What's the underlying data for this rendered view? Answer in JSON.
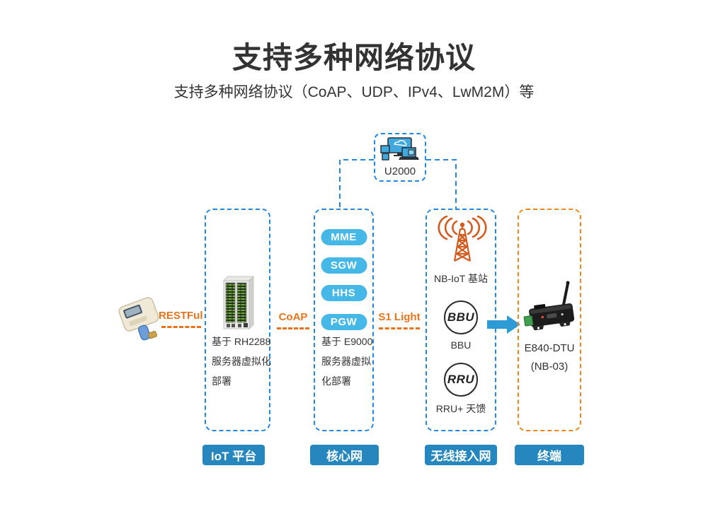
{
  "header": {
    "title": "支持多种网络协议",
    "subtitle": "支持多种网络协议（CoAP、UDP、IPv4、LwM2M）等"
  },
  "u2000": {
    "label": "U2000"
  },
  "links": {
    "restful": "RESTFul",
    "coap": "CoAP",
    "s1_light": "S1 Light"
  },
  "iot_platform": {
    "caption_lines": [
      "基于 RH2288",
      "服务器虚拟化",
      "部署"
    ],
    "footer_label": "IoT 平台"
  },
  "core_network": {
    "buttons": [
      "MME",
      "SGW",
      "HHS",
      "PGW"
    ],
    "caption_lines": [
      "基于 E9000",
      "服务器虚拟",
      "化部署"
    ],
    "footer_label": "核心网"
  },
  "radio_access": {
    "station_label": "NB-IoT 基站",
    "bbu_circle": "BBU",
    "bbu_label": "BBU",
    "rru_circle": "RRU",
    "rru_label": "RRU+ 天馈",
    "footer_label": "无线接入网"
  },
  "terminal": {
    "caption_lines": [
      "E840-DTU",
      "(NB-03)"
    ],
    "footer_label": "终端"
  },
  "colors": {
    "blue_dashed_border": "#2287e0",
    "orange_dashed_border": "#f08519",
    "orange_label": "#e8731a",
    "pill_blue": "#45b8e8",
    "footer_button_blue": "#2587be",
    "tower_orange": "#d35b1e",
    "arrow_blue": "#2e9bd6",
    "title_text": "#333333"
  }
}
